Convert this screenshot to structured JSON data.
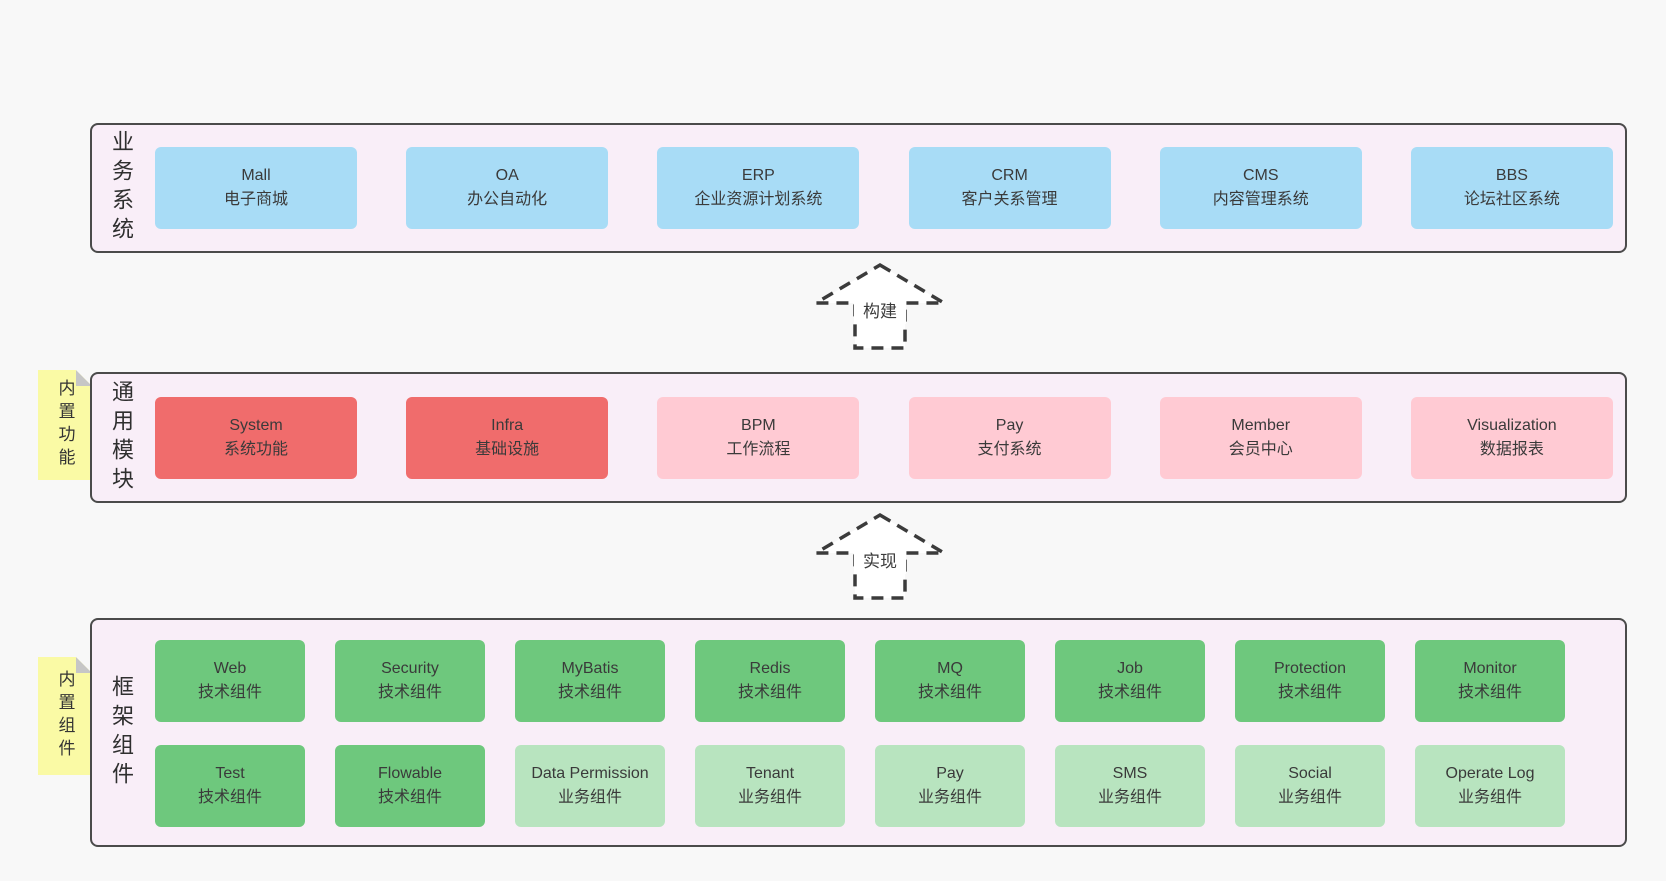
{
  "layers": {
    "business": {
      "label": "业务系统",
      "boxes": [
        {
          "title": "Mall",
          "sub": "电子商城"
        },
        {
          "title": "OA",
          "sub": "办公自动化"
        },
        {
          "title": "ERP",
          "sub": "企业资源计划系统"
        },
        {
          "title": "CRM",
          "sub": "客户关系管理"
        },
        {
          "title": "CMS",
          "sub": "内容管理系统"
        },
        {
          "title": "BBS",
          "sub": "论坛社区系统"
        }
      ]
    },
    "modules": {
      "label": "通用模块",
      "sticky": "内置功能",
      "boxes": [
        {
          "title": "System",
          "sub": "系统功能"
        },
        {
          "title": "Infra",
          "sub": "基础设施"
        },
        {
          "title": "BPM",
          "sub": "工作流程"
        },
        {
          "title": "Pay",
          "sub": "支付系统"
        },
        {
          "title": "Member",
          "sub": "会员中心"
        },
        {
          "title": "Visualization",
          "sub": "数据报表"
        }
      ]
    },
    "components": {
      "label": "框架组件",
      "sticky": "内置组件",
      "row1": [
        {
          "title": "Web",
          "sub": "技术组件"
        },
        {
          "title": "Security",
          "sub": "技术组件"
        },
        {
          "title": "MyBatis",
          "sub": "技术组件"
        },
        {
          "title": "Redis",
          "sub": "技术组件"
        },
        {
          "title": "MQ",
          "sub": "技术组件"
        },
        {
          "title": "Job",
          "sub": "技术组件"
        },
        {
          "title": "Protection",
          "sub": "技术组件"
        },
        {
          "title": "Monitor",
          "sub": "技术组件"
        }
      ],
      "row2": [
        {
          "title": "Test",
          "sub": "技术组件"
        },
        {
          "title": "Flowable",
          "sub": "技术组件"
        },
        {
          "title": "Data Permission",
          "sub": "业务组件"
        },
        {
          "title": "Tenant",
          "sub": "业务组件"
        },
        {
          "title": "Pay",
          "sub": "业务组件"
        },
        {
          "title": "SMS",
          "sub": "业务组件"
        },
        {
          "title": "Social",
          "sub": "业务组件"
        },
        {
          "title": "Operate Log",
          "sub": "业务组件"
        }
      ]
    }
  },
  "arrows": {
    "build": "构建",
    "implement": "实现"
  },
  "colors": {
    "page_bg": "#f8f8f8",
    "container_bg": "#f9eef8",
    "container_border": "#4b4b4b",
    "blue": "#a8dcf6",
    "red": "#f06c6c",
    "pink": "#ffcad3",
    "green": "#6ec87d",
    "light_green": "#b8e4bf",
    "sticky_yellow": "#fafaa5",
    "sticky_fold": "#c6c6c6"
  }
}
